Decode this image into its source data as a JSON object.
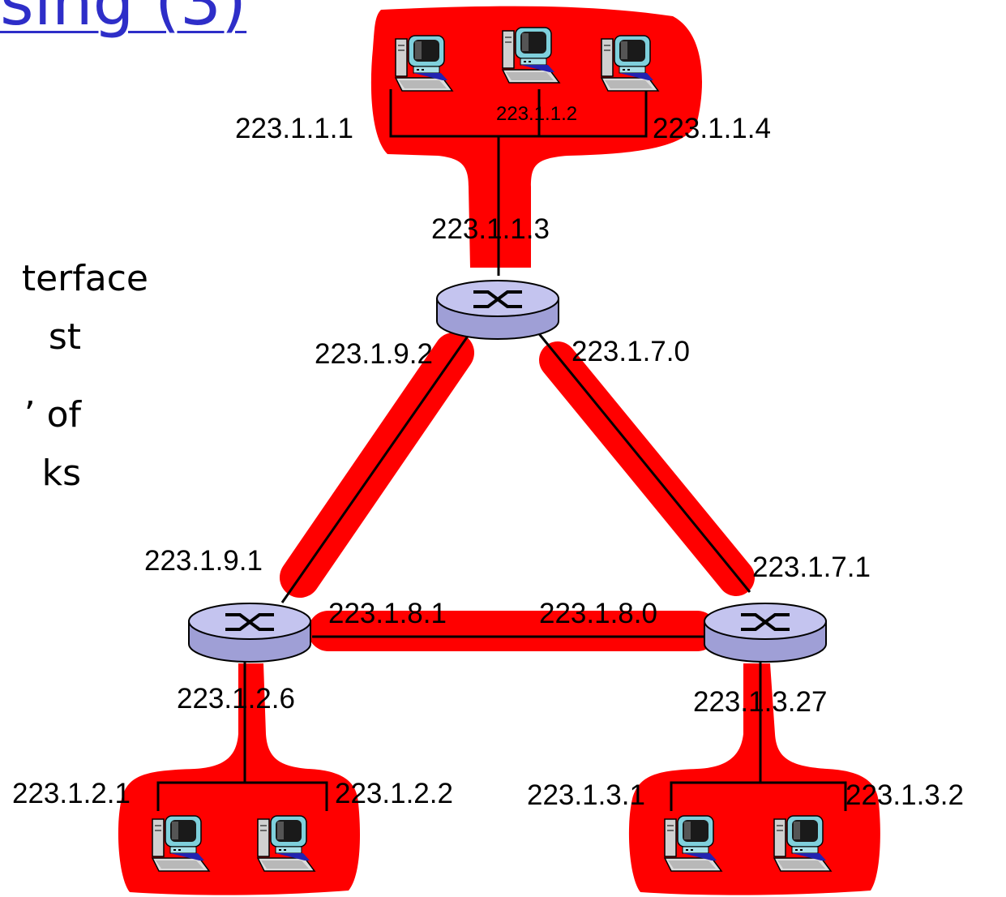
{
  "title": "sing (3)",
  "text_fragments": [
    "terface",
    "st",
    "’ of",
    "ks"
  ],
  "colors": {
    "highlight": "#ff0000",
    "title": "#2e2ec8",
    "router_body": "#c4c4ef",
    "wire": "#000000"
  },
  "icons": {
    "host": "desktop-computer-icon",
    "router": "router-icon"
  },
  "labels": {
    "top_host_left": "223.1.1.1",
    "top_host_mid": "223.1.1.2",
    "top_host_right": "223.1.1.4",
    "top_router_up": "223.1.1.3",
    "top_router_left": "223.1.9.2",
    "top_router_right": "223.1.7.0",
    "left_router_up": "223.1.9.1",
    "left_router_right": "223.1.8.1",
    "right_router_left": "223.1.8.0",
    "right_router_up": "223.1.7.1",
    "left_router_down": "223.1.2.6",
    "right_router_down": "223.1.3.27",
    "bl_host_left": "223.1.2.1",
    "bl_host_right": "223.1.2.2",
    "br_host_left": "223.1.3.1",
    "br_host_right": "223.1.3.2"
  }
}
